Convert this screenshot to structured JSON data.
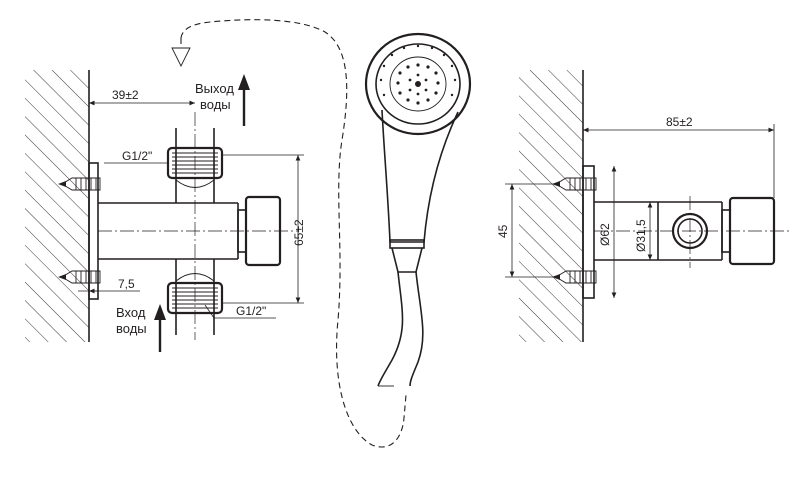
{
  "labels": {
    "water_outlet_line1": "Выход",
    "water_outlet_line2": "воды",
    "water_inlet_line1": "Вход",
    "water_inlet_line2": "воды",
    "thread_top": "G1/2\"",
    "thread_bottom": "G1/2\""
  },
  "dimensions": {
    "offset_left": "39±2",
    "height_65": "65±2",
    "flange_7_5": "7,5",
    "offset_right": "85±2",
    "height_45": "45",
    "diameter_62": "Ø62",
    "diameter_31_5": "Ø31,5"
  },
  "colors": {
    "ink": "#231f20",
    "paper": "#ffffff"
  },
  "icons": {
    "flow_out_arrow": "arrow-up-icon",
    "flow_in_arrow": "arrow-up-icon",
    "hose_path_arrow": "hollow-arrow-down-icon"
  }
}
